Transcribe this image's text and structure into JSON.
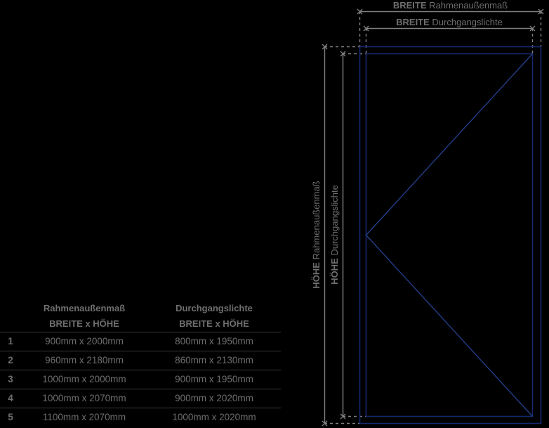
{
  "colors": {
    "background": "#000000",
    "text_gray": "#6e6e6e",
    "line_gray": "#808080",
    "rule_gray": "#3a3a3a",
    "door_blue": "#16276e",
    "door_blue_light": "#24408f"
  },
  "table": {
    "headers": {
      "number_col": "",
      "outer": {
        "line1": "Rahmenaußenmaß",
        "line2": "BREITE x HÖHE"
      },
      "inner": {
        "line1": "Durchgangslichte",
        "line2": "BREITE x HÖHE"
      }
    },
    "rows": [
      {
        "num": "1",
        "outer": "900mm x 2000mm",
        "inner": "800mm x 1950mm"
      },
      {
        "num": "2",
        "outer": "960mm x 2180mm",
        "inner": "860mm x 2130mm"
      },
      {
        "num": "3",
        "outer": "1000mm x 2000mm",
        "inner": "900mm x 1950mm"
      },
      {
        "num": "4",
        "outer": "1000mm x 2070mm",
        "inner": "900mm x 2020mm"
      },
      {
        "num": "5",
        "outer": "1100mm x 2070mm",
        "inner": "1000mm x 2020mm"
      }
    ]
  },
  "diagram": {
    "width_outer_label_bold": "BREITE",
    "width_outer_label_rest": " Rahmenaußenmaß",
    "width_inner_label_bold": "BREITE",
    "width_inner_label_rest": " Durchgangslichte",
    "height_outer_label_bold": "HÖHE",
    "height_outer_label_rest": " Rahmenaußenmaß",
    "height_inner_label_bold": "HÖHE",
    "height_inner_label_rest": " Durchgangslichte"
  }
}
